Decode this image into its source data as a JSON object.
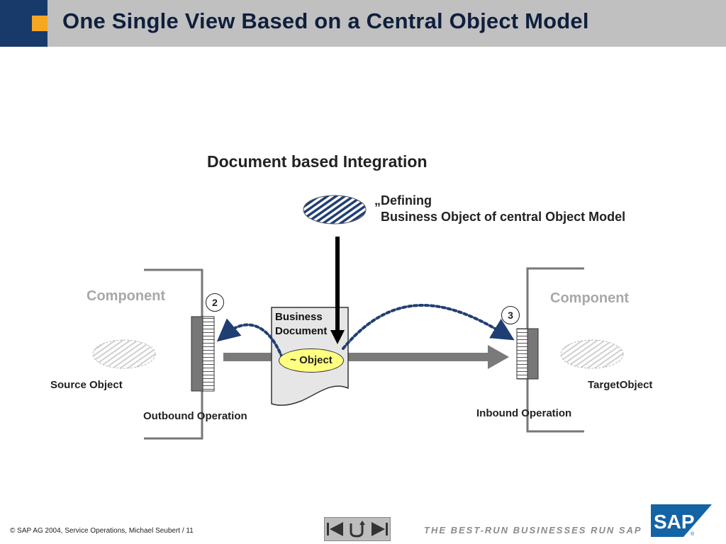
{
  "header": {
    "title": "One Single View Based on a Central Object Model"
  },
  "diagram": {
    "subtitle": "Document based Integration",
    "defining_line1": "„Defining",
    "defining_line2": "Business Object of central Object Model",
    "left_component": "Component",
    "right_component": "Component",
    "source_object": "Source Object",
    "target_object": "TargetObject",
    "outbound_operation": "Outbound Operation",
    "inbound_operation": "Inbound Operation",
    "business_document_line1": "Business",
    "business_document_line2": "Document",
    "object_label": "~  Object",
    "step_2": "2",
    "step_3": "3"
  },
  "footer": {
    "copyright": "©  SAP AG 2004, Service Operations, Michael Seubert / 11",
    "slogan": "THE BEST-RUN BUSINESSES RUN SAP",
    "logo_text": "SAP"
  },
  "colors": {
    "header_band": "#c0c0c0",
    "header_left": "#183a6b",
    "accent_square": "#f5a623",
    "dotted_arrow": "#1f3f73",
    "object_fill": "#ffff80",
    "sap_blue": "#1463a5"
  }
}
